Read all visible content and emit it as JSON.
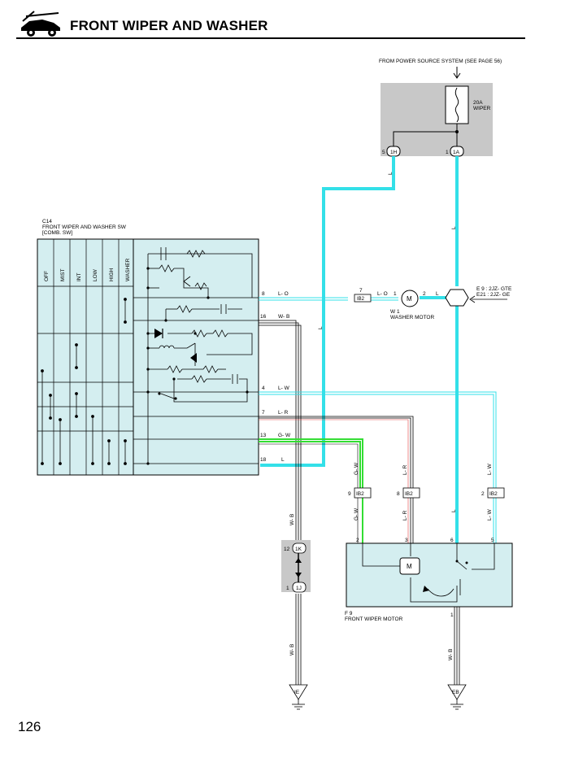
{
  "header": {
    "title": "FRONT WIPER AND WASHER",
    "page_number": "126"
  },
  "power": {
    "source_note": "FROM POWER SOURCE SYSTEM (SEE PAGE 56)",
    "fuse_rating": "20A",
    "fuse_name": "WIPER",
    "pin_left_num": "5",
    "pin_left_conn": "1H",
    "pin_right_num": "1",
    "pin_right_conn": "1A"
  },
  "switch": {
    "code": "C14",
    "name": "FRONT WIPER AND WASHER SW",
    "sub": "[COMB. SW]",
    "positions": [
      "OFF",
      "MIST",
      "INT",
      "LOW",
      "HIGH",
      "WASHER"
    ],
    "pins": [
      {
        "num": "8",
        "wire": "L- O"
      },
      {
        "num": "16",
        "wire": "W- B"
      },
      {
        "num": "4",
        "wire": "L- W"
      },
      {
        "num": "7",
        "wire": "L- R"
      },
      {
        "num": "13",
        "wire": "G- W"
      },
      {
        "num": "18",
        "wire": "L"
      }
    ]
  },
  "washer_motor": {
    "code": "W 1",
    "name": "WASHER MOTOR",
    "conn_pin": "7",
    "conn_name": "IB2",
    "wire_in": "L- O",
    "pin1": "1",
    "pin2": "2",
    "wire_out": "L",
    "motor_symbol": "M"
  },
  "splice": {
    "label1": "E 9 : 2JZ- GTE",
    "label2": "E21 : 2JZ- GE"
  },
  "wire_labels": {
    "vertical_L": "L",
    "gw": "G- W",
    "lr": "L- R",
    "lw": "L- W",
    "wb": "W- B"
  },
  "ib2_connectors": [
    {
      "pin": "9",
      "name": "IB2"
    },
    {
      "pin": "8",
      "name": "IB2"
    },
    {
      "pin": "2",
      "name": "IB2"
    }
  ],
  "ground_junction": {
    "top_pin": "12",
    "top_conn": "1K",
    "bottom_pin": "1",
    "bottom_conn": "1J"
  },
  "wiper_motor": {
    "code": "F 9",
    "name": "FRONT WIPER MOTOR",
    "pins": [
      "2",
      "3",
      "6",
      "5"
    ],
    "ground_pin": "1",
    "motor_symbol": "M"
  },
  "grounds": [
    {
      "name": "IE"
    },
    {
      "name": "EB"
    }
  ],
  "colors": {
    "cyan": "#33e0e8",
    "green": "#33dd33",
    "box_gray": "#c8c8c8",
    "box_teal": "#d4eef0"
  }
}
